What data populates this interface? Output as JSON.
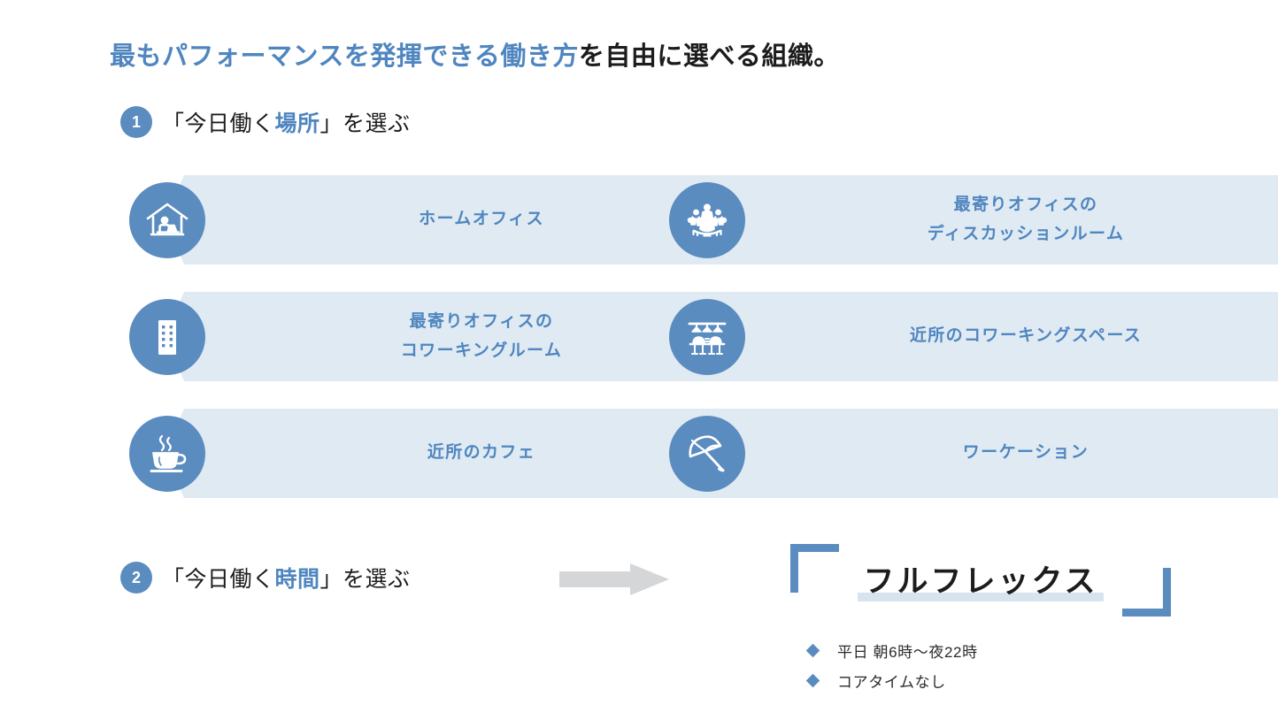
{
  "title": {
    "accent_part": "最もパフォーマンスを発揮できる働き方",
    "plain_part": "を自由に選べる組織。"
  },
  "colors": {
    "accent_blue": "#4f86c0",
    "icon_circle_blue": "#5b8cc0",
    "card_background": "#e0eaf3",
    "arrow_gray": "#d4d6d8",
    "highlight_underline": "#d7e3ee",
    "text_black": "#1c1c1c"
  },
  "steps": [
    {
      "number": "1",
      "prefix": "「今日働く",
      "accent": "場所",
      "suffix": "」を選ぶ"
    },
    {
      "number": "2",
      "prefix": "「今日働く",
      "accent": "時間",
      "suffix": "」を選ぶ"
    }
  ],
  "workplace_options": [
    {
      "icon": "home-office-icon",
      "label_line1": "ホームオフィス",
      "label_line2": ""
    },
    {
      "icon": "discussion-room-icon",
      "label_line1": "最寄りオフィスの",
      "label_line2": "ディスカッションルーム"
    },
    {
      "icon": "office-building-icon",
      "label_line1": "最寄りオフィスの",
      "label_line2": "コワーキングルーム"
    },
    {
      "icon": "coworking-desk-icon",
      "label_line1": "近所のコワーキングスペース",
      "label_line2": ""
    },
    {
      "icon": "coffee-cup-icon",
      "label_line1": "近所のカフェ",
      "label_line2": ""
    },
    {
      "icon": "beach-umbrella-icon",
      "label_line1": "ワーケーション",
      "label_line2": ""
    }
  ],
  "flex_callout": {
    "title": "フルフレックス",
    "bullets": [
      "平日 朝6時〜夜22時",
      "コアタイムなし"
    ]
  }
}
